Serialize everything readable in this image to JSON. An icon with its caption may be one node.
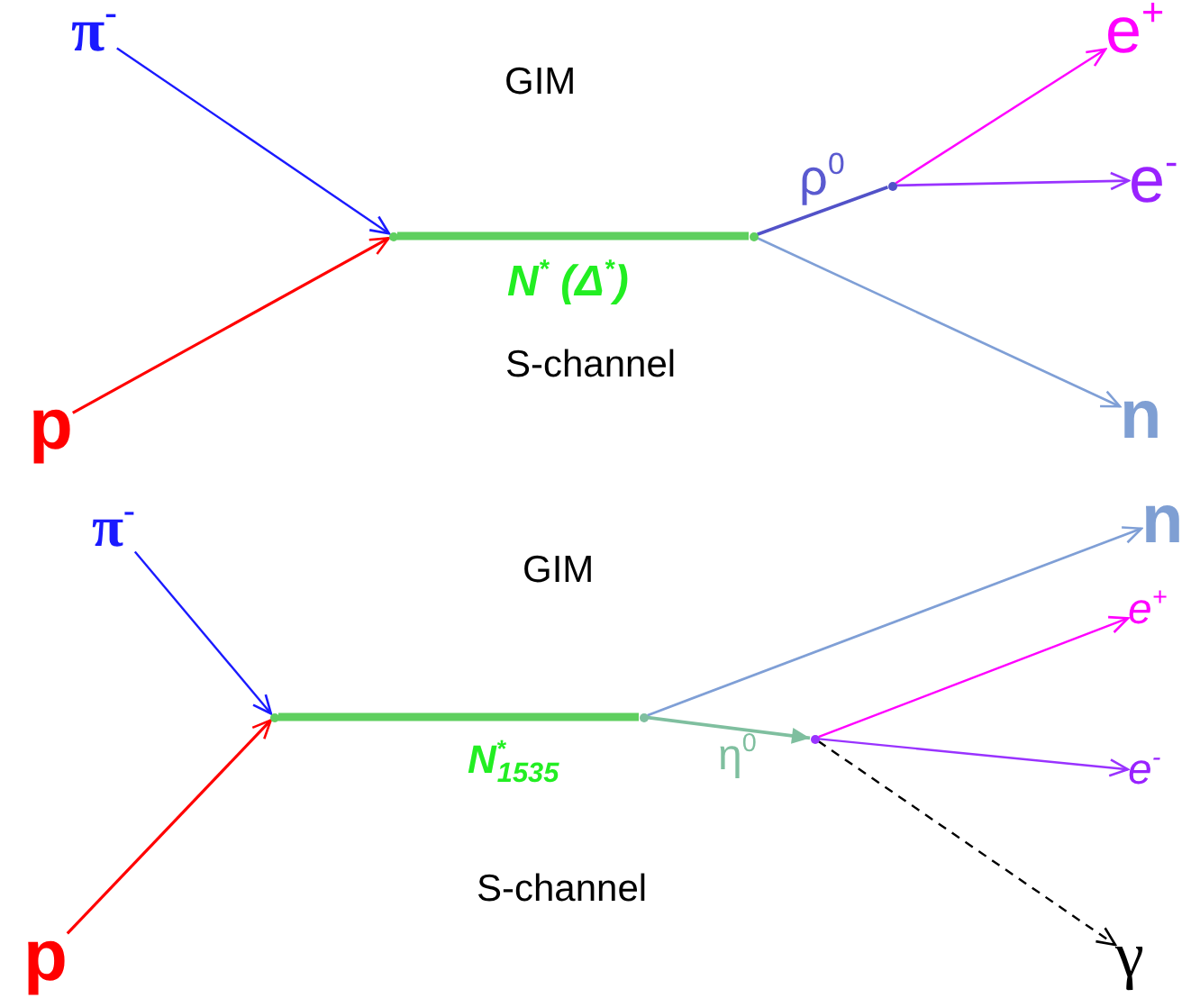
{
  "diagram": {
    "nodes": [
      {
        "text": [
          "π$^{-}$"
        ]
      },
      {
        "text": [
          "p"
        ]
      },
      {
        "text": [],
        "shape": "point"
      },
      {
        "text": [],
        "shape": "point"
      },
      {
        "text": [],
        "shape": "point"
      },
      {
        "text": [
          "e$^{+}$"
        ]
      },
      {
        "text": [
          "e$^{-}$"
        ]
      },
      {
        "text": [
          "n"
        ]
      },
      {
        "text": [
          "π$^{-}$"
        ]
      },
      {
        "text": [
          "p"
        ]
      },
      {
        "text": [],
        "shape": "point"
      },
      {
        "text": [],
        "shape": "point"
      },
      {
        "text": [],
        "shape": "point"
      },
      {
        "text": [
          "n"
        ]
      },
      {
        "text": [
          "e$^{+}$"
        ]
      },
      {
        "text": [
          "e$^{-}$"
        ]
      },
      {
        "text": [
          "γ"
        ]
      }
    ],
    "edges": [
      {
        "from": 0,
        "to": 2,
        "arrow": "to",
        "color": "#1a1aff"
      },
      {
        "from": 1,
        "to": 2,
        "arrow": "to",
        "color": "#ff0000"
      },
      {
        "from": 2,
        "to": 3,
        "arrow": "none",
        "label": "N$^{*}$ (Δ$^{*}$)",
        "style": "thick",
        "color": "#5fcf5f"
      },
      {
        "from": 3,
        "to": 4,
        "arrow": "none",
        "label": "ρ$^{0}$",
        "color": "#5252c8"
      },
      {
        "from": 4,
        "to": 5,
        "arrow": "to",
        "color": "#ff00ff"
      },
      {
        "from": 4,
        "to": 6,
        "arrow": "to",
        "color": "#9933ff"
      },
      {
        "from": 3,
        "to": 7,
        "arrow": "to",
        "color": "#7f9fd6"
      },
      {
        "from": 8,
        "to": 10,
        "arrow": "to",
        "color": "#1a1aff"
      },
      {
        "from": 9,
        "to": 10,
        "arrow": "to",
        "color": "#ff0000"
      },
      {
        "from": 10,
        "to": 11,
        "arrow": "none",
        "label": "N$^{*}$$_{1535}$",
        "style": "thick",
        "color": "#5fcf5f"
      },
      {
        "from": 11,
        "to": 13,
        "arrow": "to",
        "color": "#7f9fd6"
      },
      {
        "from": 11,
        "to": 12,
        "arrow": "to",
        "label": "η$^{0}$",
        "color": "#7fbf9f"
      },
      {
        "from": 12,
        "to": 14,
        "arrow": "to",
        "color": "#ff00ff"
      },
      {
        "from": 12,
        "to": 15,
        "arrow": "to",
        "color": "#9933ff"
      },
      {
        "from": 12,
        "to": 16,
        "arrow": "to",
        "style": "dashed",
        "color": "#000000"
      }
    ],
    "labels": [
      "GIM",
      "S-channel",
      "GIM",
      "S-channel"
    ]
  }
}
